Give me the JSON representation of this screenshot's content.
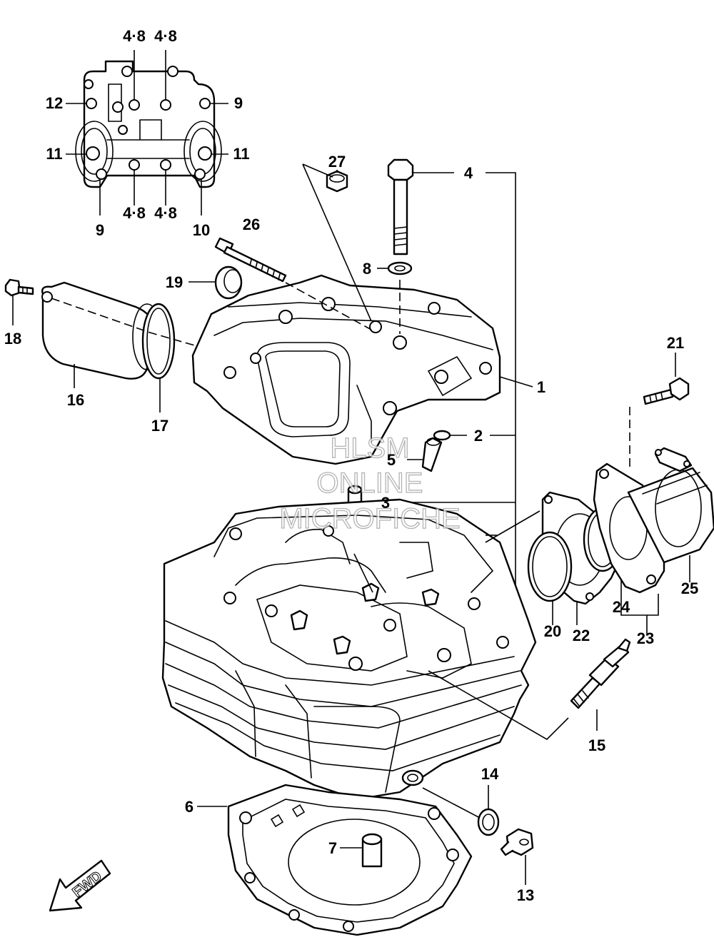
{
  "callouts": {
    "c1": "1",
    "c2": "2",
    "c3": "3",
    "c4": "4",
    "c5": "5",
    "c6": "6",
    "c7": "7",
    "c8": "8",
    "c9_top": "9",
    "c9_bottom": "9",
    "c10": "10",
    "c11_left": "11",
    "c11_right": "11",
    "c12": "12",
    "c13": "13",
    "c14": "14",
    "c15": "15",
    "c16": "16",
    "c17": "17",
    "c18": "18",
    "c19": "19",
    "c20": "20",
    "c21": "21",
    "c22": "22",
    "c23": "23",
    "c24": "24",
    "c25": "25",
    "c26": "26",
    "c27": "27",
    "c48_tl": "4·8",
    "c48_tr": "4·8",
    "c48_bl": "4·8",
    "c48_br": "4·8"
  },
  "watermark": {
    "line1": "HLSM",
    "line2": "ONLINE",
    "line3": "MICROFICHE"
  },
  "fwd_label": "FWD"
}
